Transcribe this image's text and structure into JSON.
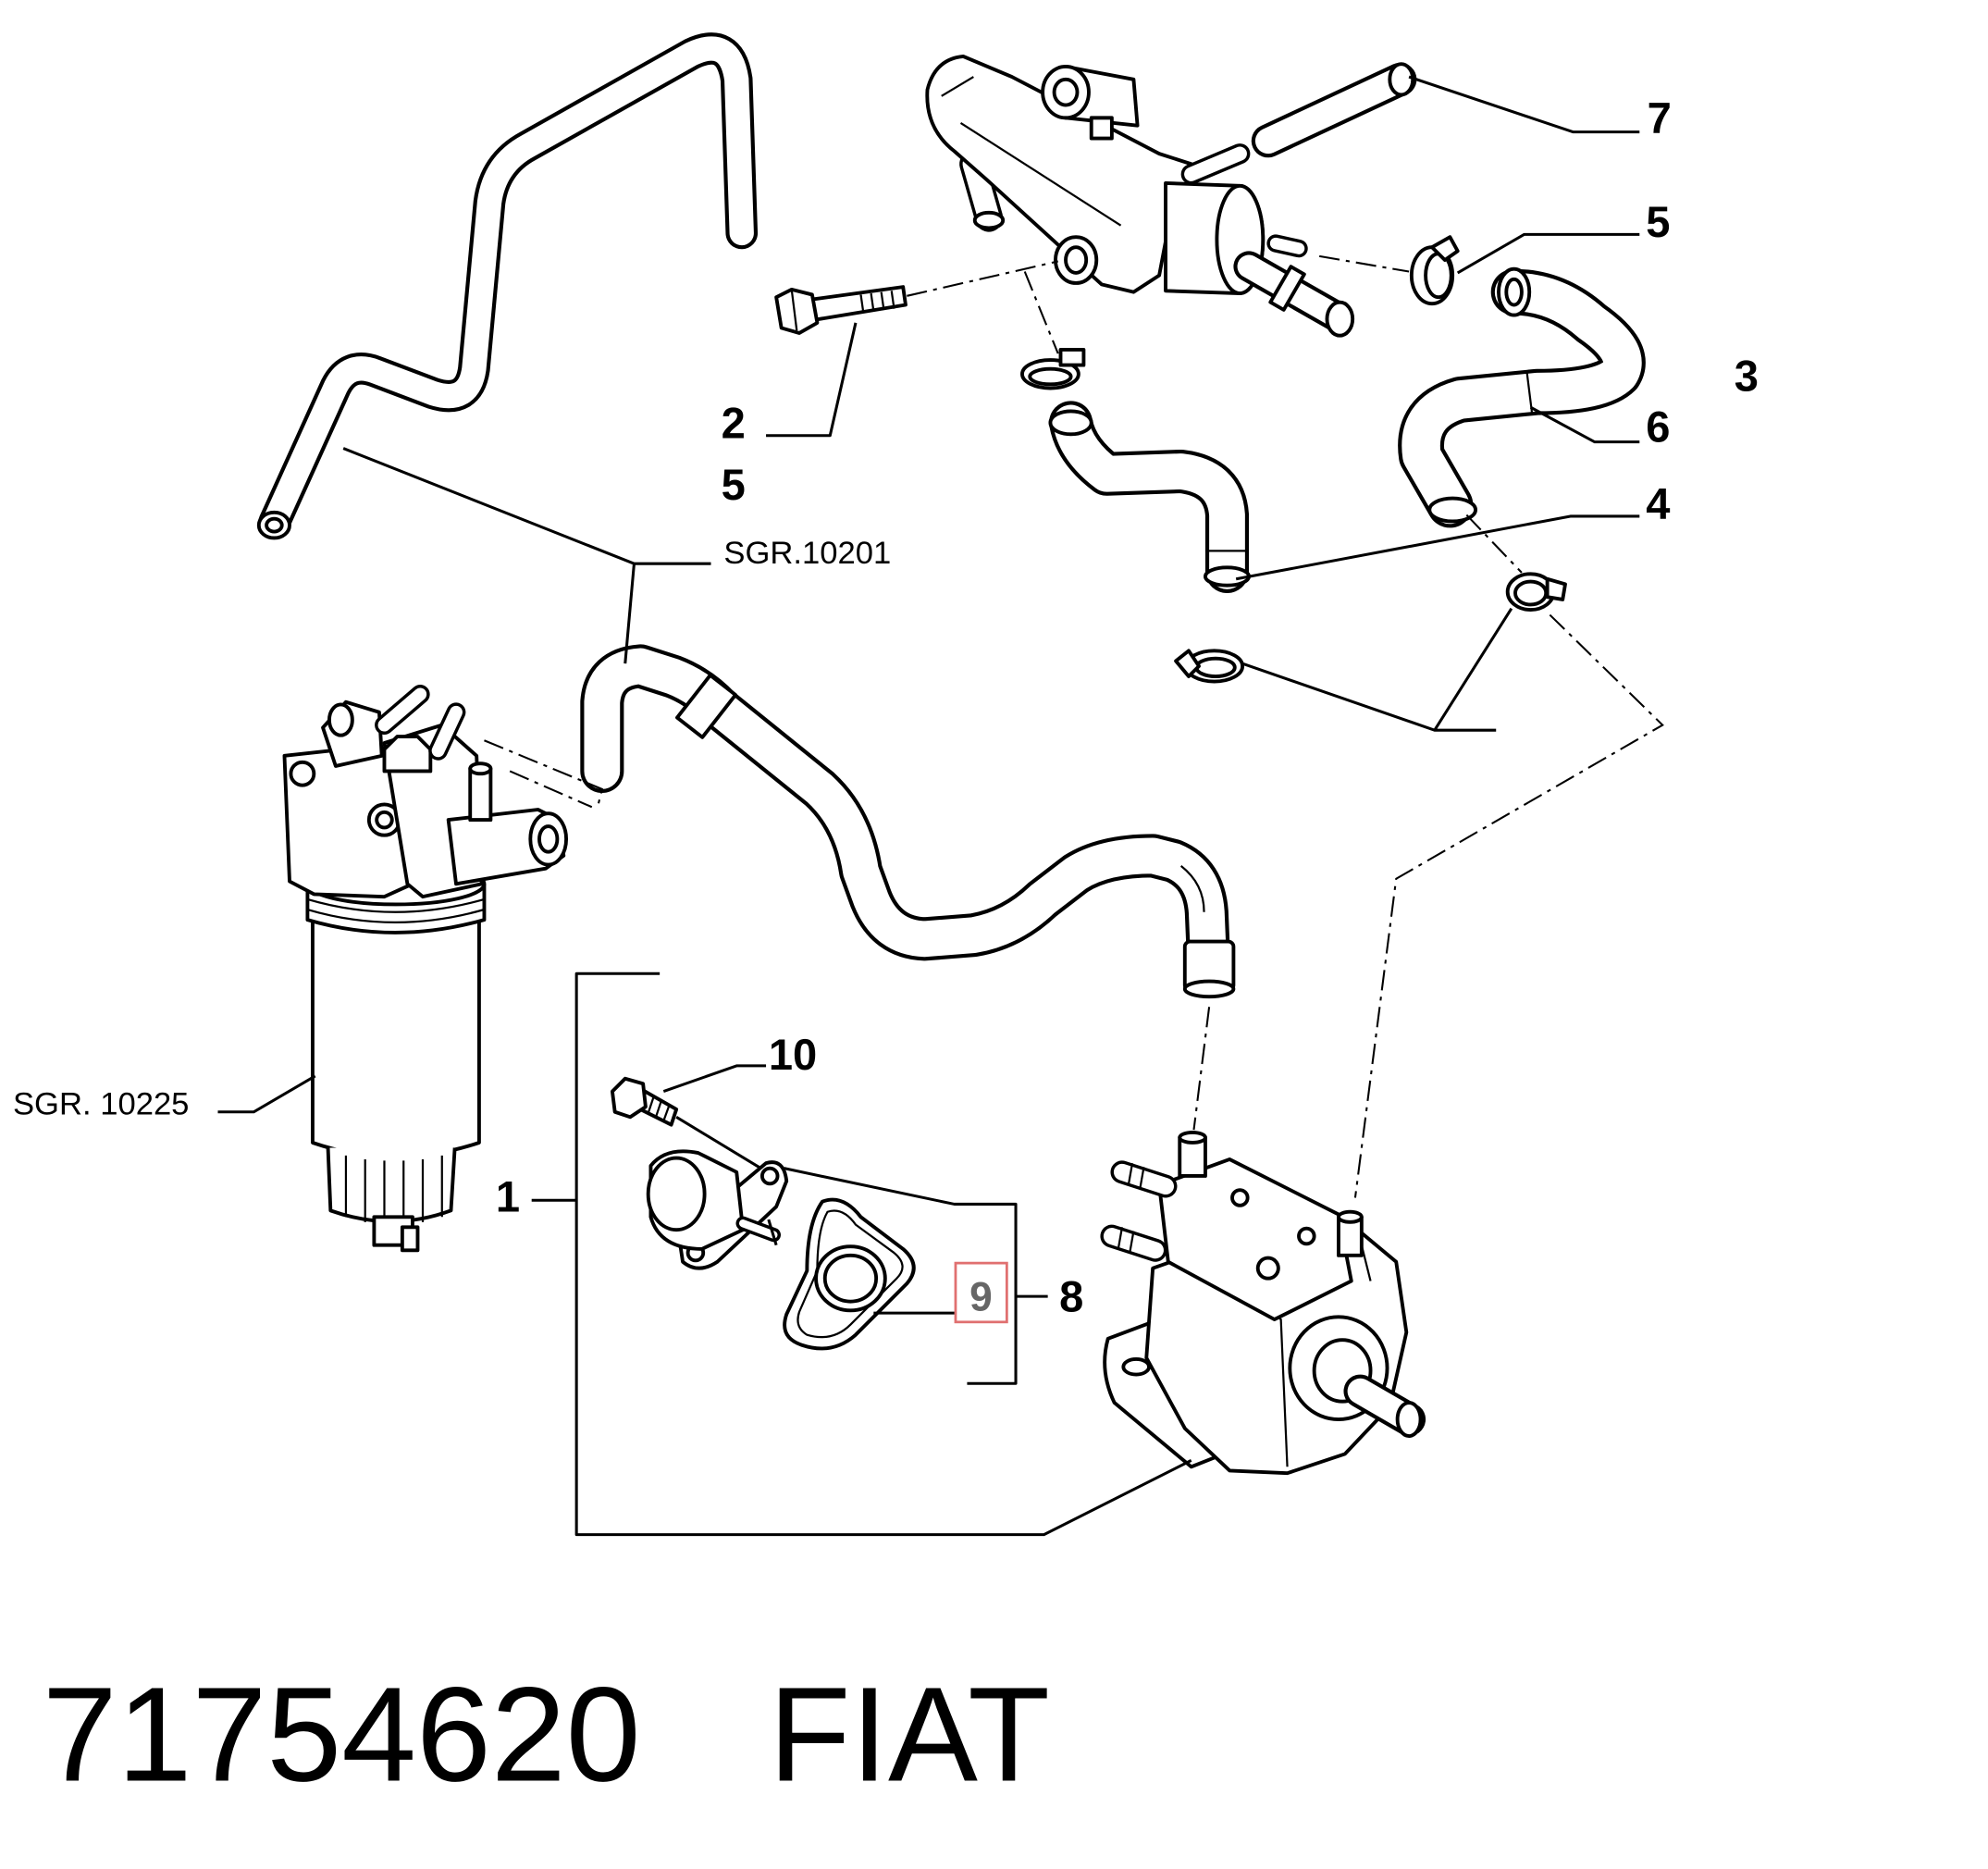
{
  "callouts": {
    "hose_7": "7",
    "clamp_5_top": "5",
    "group_3": "3",
    "hose_6": "6",
    "hose_4": "4",
    "bolt_2": "2",
    "clamp_5": "5",
    "bolt_10": "10",
    "group_1": "1",
    "gasket_9": "9",
    "kit_8": "8"
  },
  "references": {
    "hose_group": "SGR.10201",
    "filter_group": "SGR. 10225"
  },
  "footer": {
    "part_number": "71754620",
    "brand": "FIAT"
  },
  "colors": {
    "highlight": "#e07070",
    "line": "#000000"
  }
}
